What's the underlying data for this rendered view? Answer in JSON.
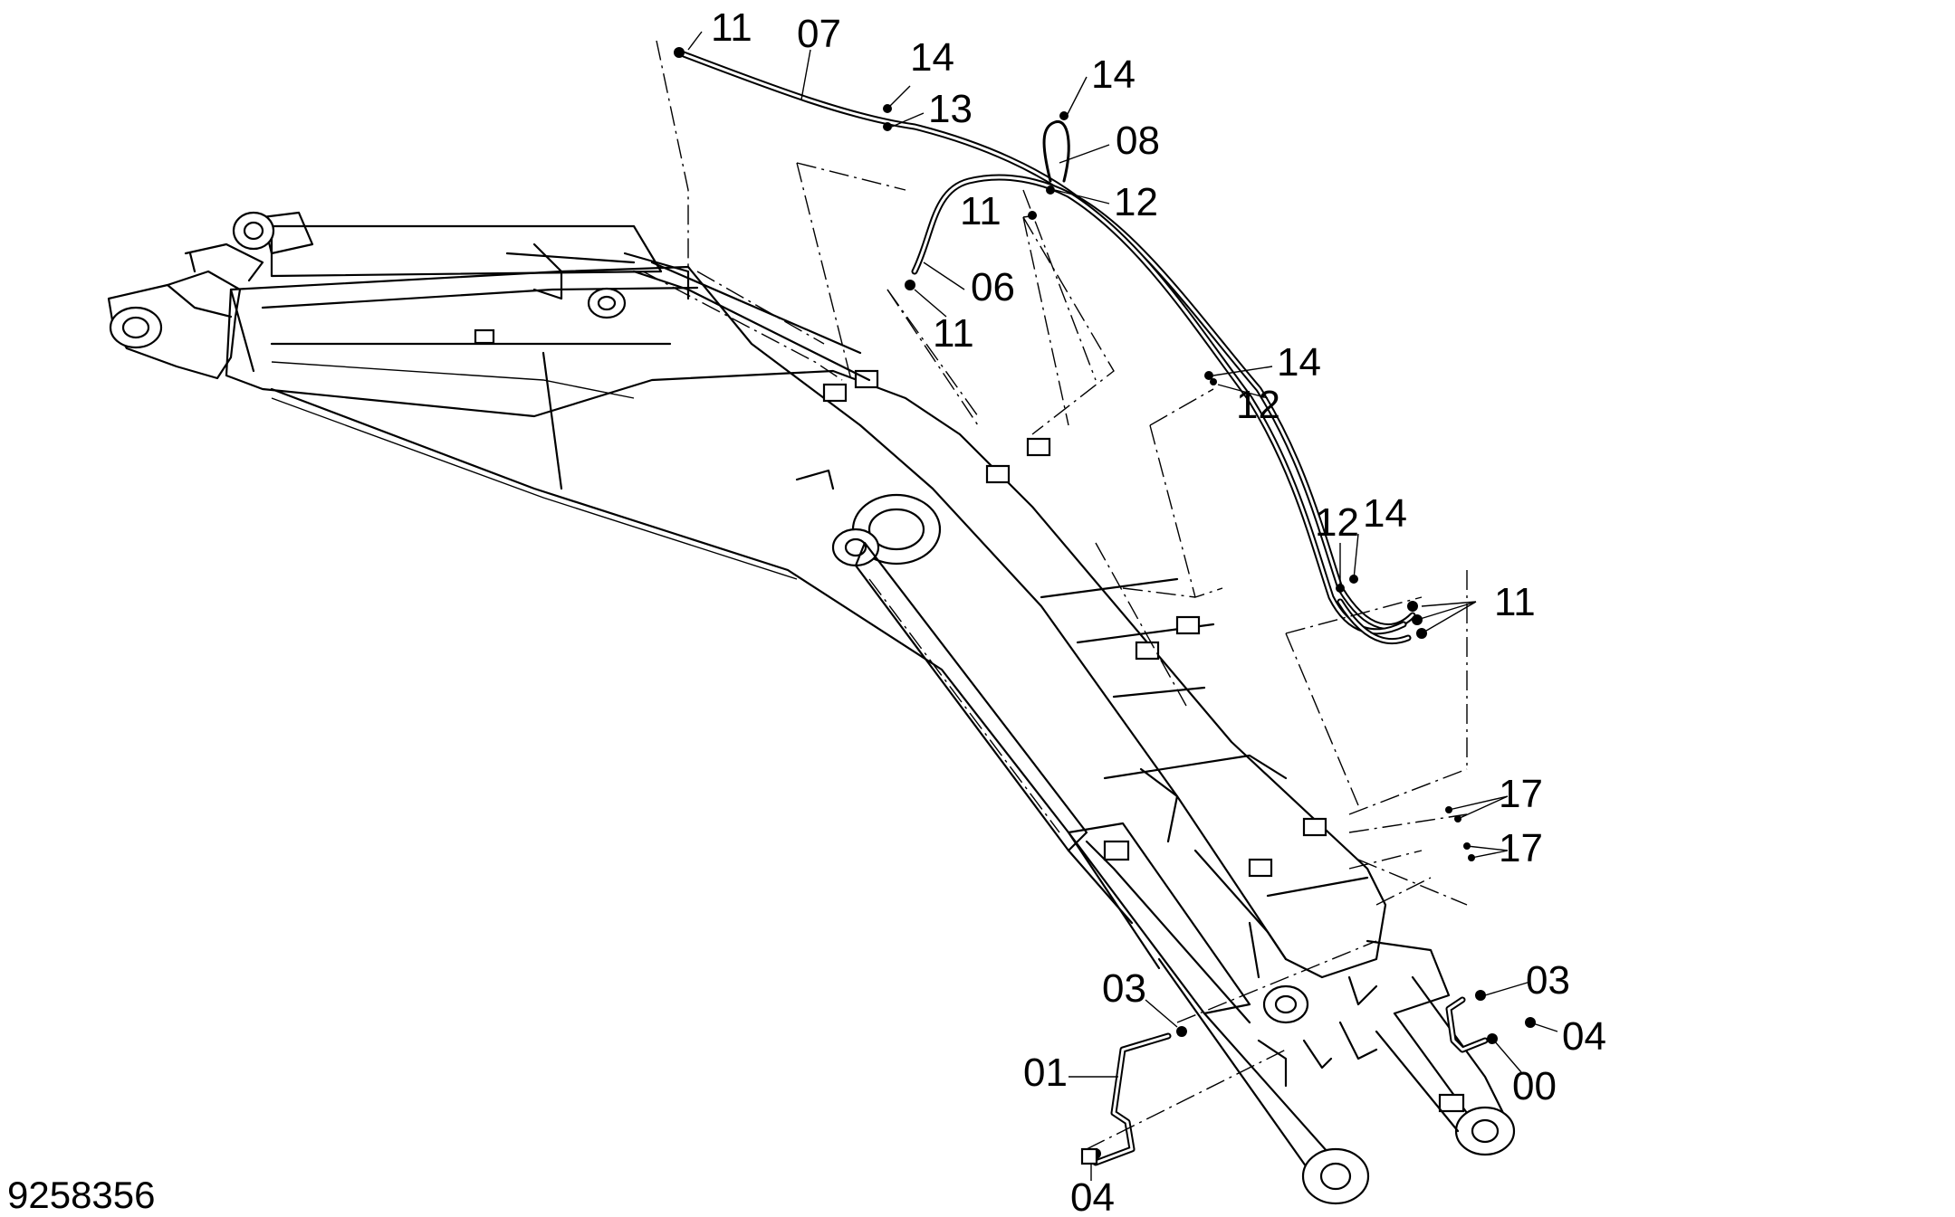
{
  "document_number": "9258356",
  "callouts": [
    {
      "id": "c-11-top",
      "label": "11"
    },
    {
      "id": "c-07",
      "label": "07"
    },
    {
      "id": "c-14-a",
      "label": "14"
    },
    {
      "id": "c-13",
      "label": "13"
    },
    {
      "id": "c-14-b",
      "label": "14"
    },
    {
      "id": "c-08",
      "label": "08"
    },
    {
      "id": "c-11-mid",
      "label": "11"
    },
    {
      "id": "c-12-a",
      "label": "12"
    },
    {
      "id": "c-06",
      "label": "06"
    },
    {
      "id": "c-11-lower",
      "label": "11"
    },
    {
      "id": "c-14-c",
      "label": "14"
    },
    {
      "id": "c-12-b",
      "label": "12"
    },
    {
      "id": "c-12-c",
      "label": "12"
    },
    {
      "id": "c-14-d",
      "label": "14"
    },
    {
      "id": "c-11-right",
      "label": "11"
    },
    {
      "id": "c-17-a",
      "label": "17"
    },
    {
      "id": "c-17-b",
      "label": "17"
    },
    {
      "id": "c-03-left",
      "label": "03"
    },
    {
      "id": "c-03-right",
      "label": "03"
    },
    {
      "id": "c-04-right",
      "label": "04"
    },
    {
      "id": "c-01",
      "label": "01"
    },
    {
      "id": "c-00",
      "label": "00"
    },
    {
      "id": "c-04-bottom",
      "label": "04"
    }
  ]
}
